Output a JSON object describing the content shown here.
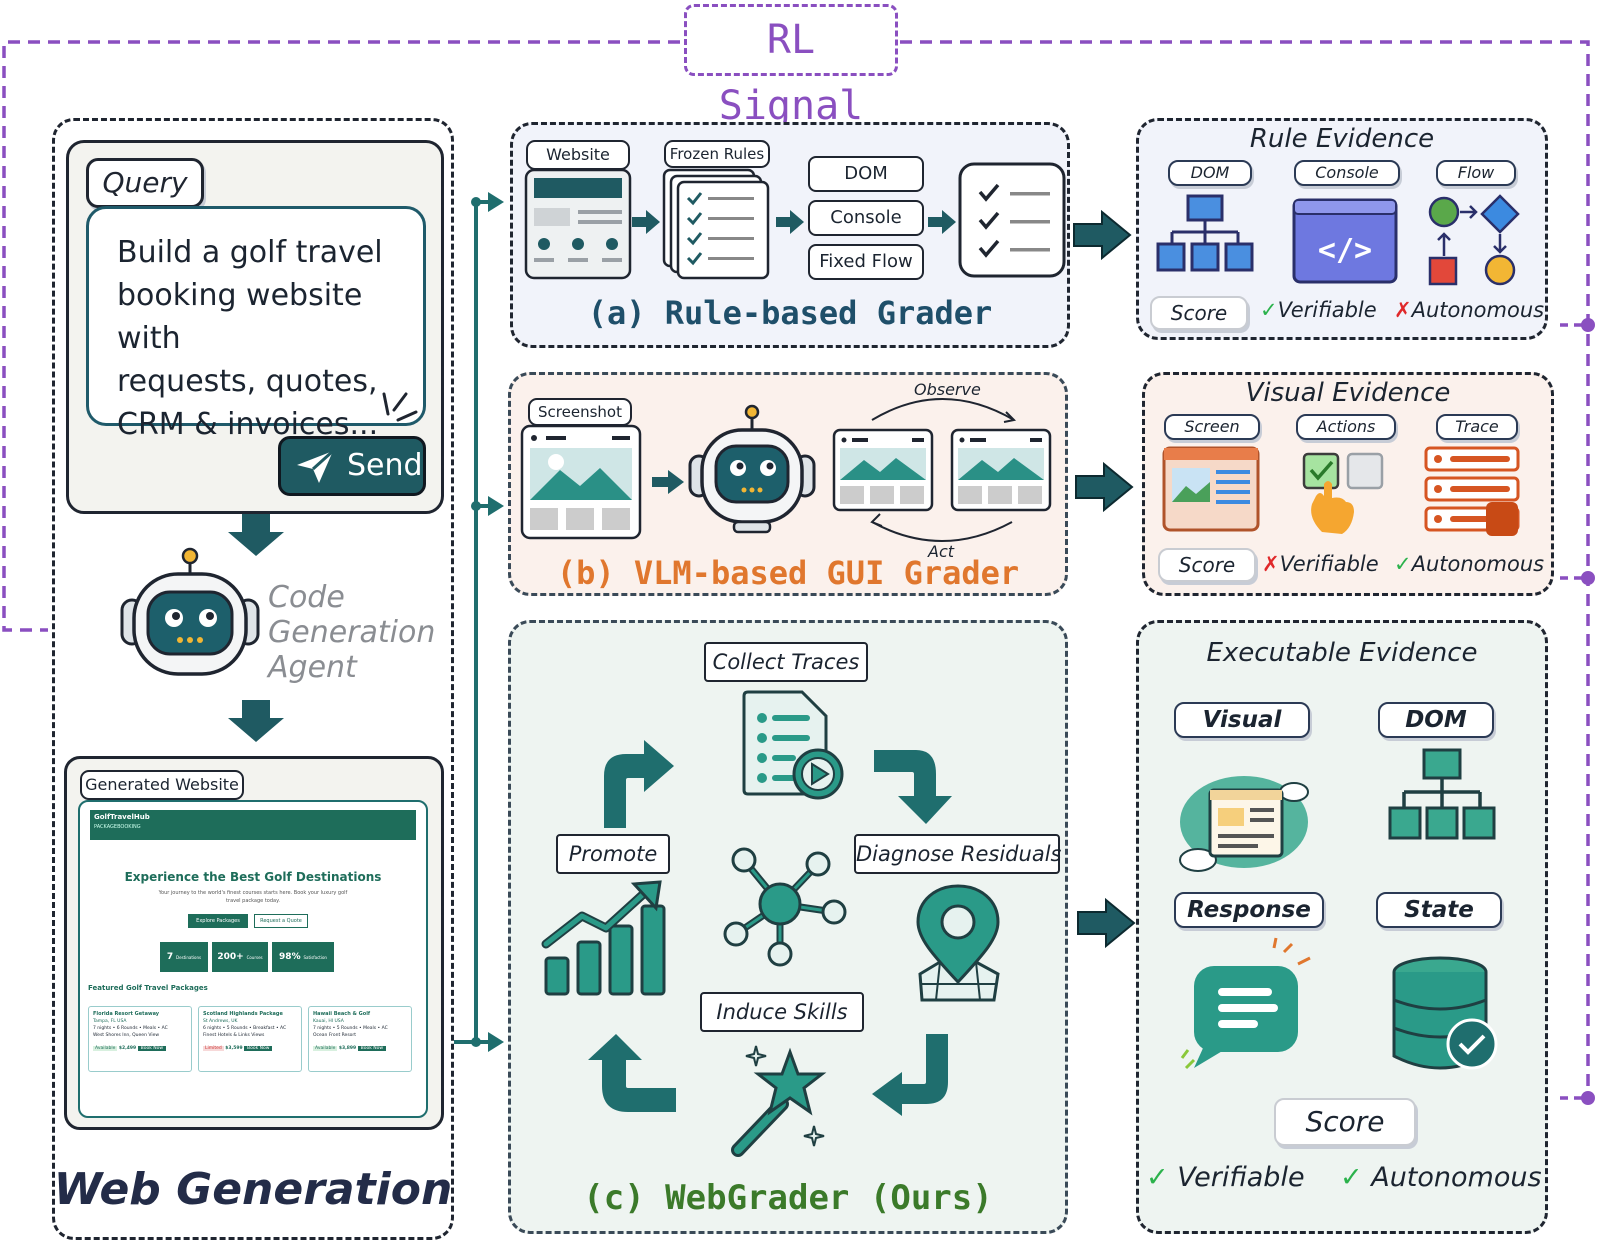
{
  "rl_signal": "RL Signal",
  "web_generation": {
    "query_tag": "Query",
    "query_lines": [
      "Build a golf travel",
      "booking website with",
      "requests, quotes,",
      "CRM & invoices..."
    ],
    "send": "Send",
    "agent_lines": [
      "Code",
      "Generation",
      "Agent"
    ],
    "generated_website_tag": "Generated Website",
    "footer": "Web Generation",
    "site": {
      "brand": "GolfTravelHub",
      "brand_sub": "PACKAGEBOOKING",
      "headline": "Experience the Best Golf Destinations",
      "subtext_1": "Your journey to the world's finest courses starts here. Book your luxury golf",
      "subtext_2": "travel package today.",
      "btn_primary": "Explore Packages",
      "btn_secondary": "Request a Quote",
      "stats": [
        {
          "value": "7",
          "label": "Destinations"
        },
        {
          "value": "200+",
          "label": "Courses"
        },
        {
          "value": "98%",
          "label": "Satisfaction"
        }
      ],
      "featured": "Featured Golf Travel Packages",
      "packages": [
        {
          "name": "Florida Resort Getaway",
          "loc": "Tampa, FL USA",
          "d1": "7 nights • 6 Rounds • Meals • AC",
          "d2": "West Shores Inn, Queen View",
          "badge": "Available",
          "price": "$2,499",
          "book": "Book Now"
        },
        {
          "name": "Scotland Highlands Package",
          "loc": "St Andrews, UK",
          "d1": "6 nights • 5 Rounds • Breakfast • AC",
          "d2": "Finest Hotels & Links Views",
          "badge": "Limited",
          "price": "$3,599",
          "book": "Book Now"
        },
        {
          "name": "Hawaii Beach & Golf",
          "loc": "Kauai, HI USA",
          "d1": "7 nights • 5 Rounds • Meals • AC",
          "d2": "Ocean Front Resort",
          "badge": "Available",
          "price": "$3,899",
          "book": "Book Now"
        }
      ]
    }
  },
  "rule_grader": {
    "website_tag": "Website",
    "frozen_rules_tag": "Frozen Rules",
    "items": [
      "DOM",
      "Console",
      "Fixed Flow"
    ],
    "title": "(a) Rule-based Grader"
  },
  "vlm_grader": {
    "screenshot_tag": "Screenshot",
    "observe": "Observe",
    "act": "Act",
    "title": "(b) VLM-based GUI Grader"
  },
  "webgrader": {
    "collect": "Collect Traces",
    "diagnose": "Diagnose Residuals",
    "induce": "Induce Skills",
    "promote": "Promote",
    "title": "(c) WebGrader (Ours)"
  },
  "rule_evidence": {
    "title": "Rule Evidence",
    "tags": [
      "DOM",
      "Console",
      "Flow"
    ],
    "score": "Score",
    "verifiable": "Verifiable",
    "autonomous": "Autonomous"
  },
  "visual_evidence": {
    "title": "Visual Evidence",
    "tags": [
      "Screen",
      "Actions",
      "Trace"
    ],
    "score": "Score",
    "verifiable": "Verifiable",
    "autonomous": "Autonomous"
  },
  "executable_evidence": {
    "title": "Executable Evidence",
    "tags": [
      "Visual",
      "DOM",
      "Response",
      "State"
    ],
    "score": "Score",
    "verifiable": "Verifiable",
    "autonomous": "Autonomous"
  },
  "colors": {
    "teal": "#1f6e6e",
    "teal_light": "#3aa88f",
    "purple": "#8a4fc0",
    "navy": "#1f4f6a",
    "orange": "#e0772e",
    "green": "#3b7a2a"
  },
  "marks": {
    "rule_evidence_autonomous": "cross",
    "visual_evidence_verifiable": "cross"
  }
}
